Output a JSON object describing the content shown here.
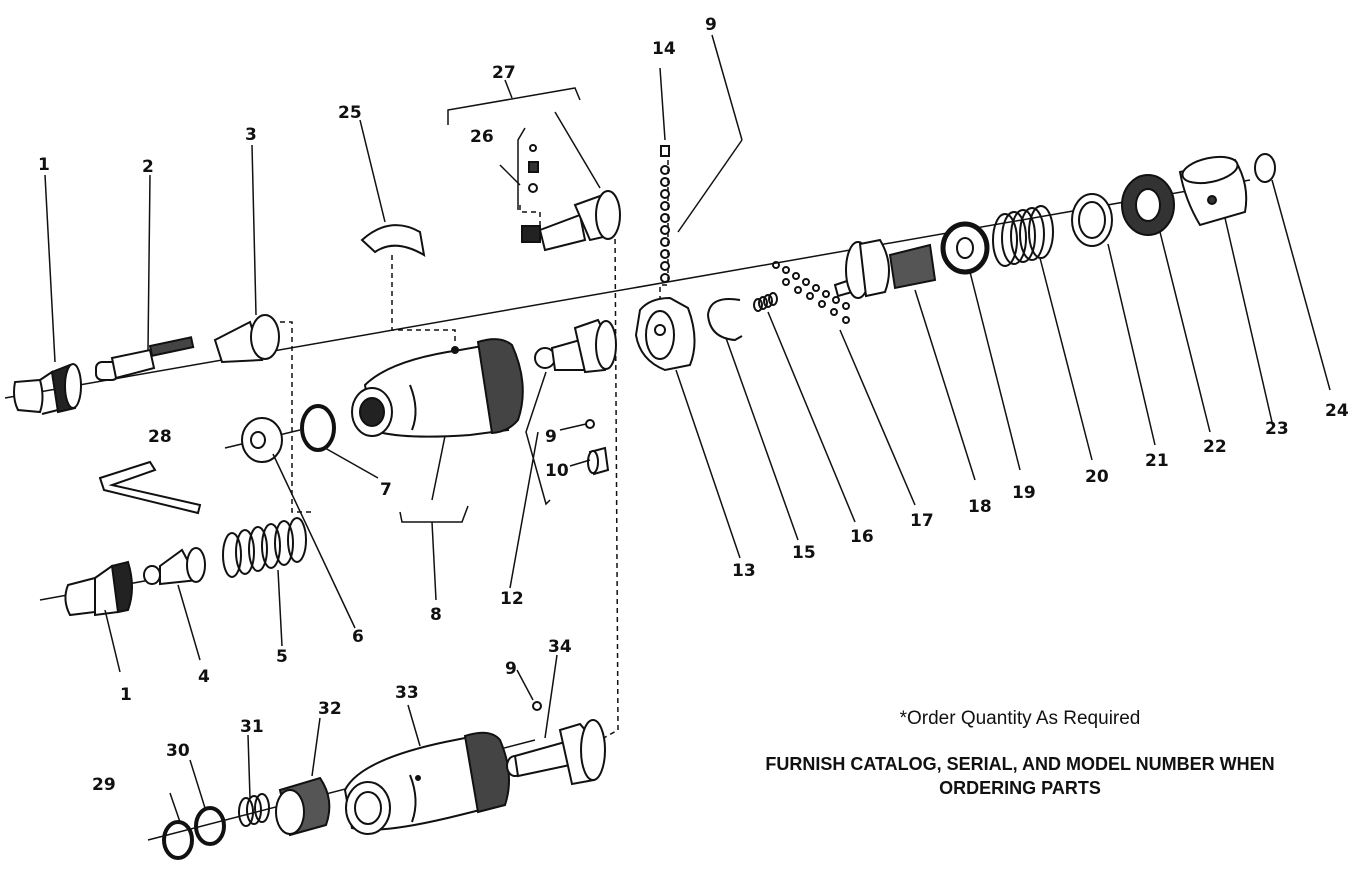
{
  "notes": {
    "order_quantity": "*Order Quantity As Required",
    "furnish_line1": "FURNISH CATALOG, SERIAL, AND MODEL NUMBER WHEN",
    "furnish_line2": "ORDERING PARTS"
  },
  "callouts": [
    {
      "id": "c1a",
      "label": "1"
    },
    {
      "id": "c2",
      "label": "2"
    },
    {
      "id": "c3",
      "label": "3"
    },
    {
      "id": "c1b",
      "label": "1"
    },
    {
      "id": "c4",
      "label": "4"
    },
    {
      "id": "c5",
      "label": "5"
    },
    {
      "id": "c6",
      "label": "6"
    },
    {
      "id": "c7",
      "label": "7"
    },
    {
      "id": "c8",
      "label": "8"
    },
    {
      "id": "c9a",
      "label": "9"
    },
    {
      "id": "c9b",
      "label": "9"
    },
    {
      "id": "c9c",
      "label": "9"
    },
    {
      "id": "c10",
      "label": "10"
    },
    {
      "id": "c12",
      "label": "12"
    },
    {
      "id": "c13",
      "label": "13"
    },
    {
      "id": "c14",
      "label": "14"
    },
    {
      "id": "c15",
      "label": "15"
    },
    {
      "id": "c16",
      "label": "16"
    },
    {
      "id": "c17",
      "label": "17"
    },
    {
      "id": "c18",
      "label": "18"
    },
    {
      "id": "c19",
      "label": "19"
    },
    {
      "id": "c20",
      "label": "20"
    },
    {
      "id": "c21",
      "label": "21"
    },
    {
      "id": "c22",
      "label": "22"
    },
    {
      "id": "c23",
      "label": "23"
    },
    {
      "id": "c24",
      "label": "24"
    },
    {
      "id": "c25",
      "label": "25"
    },
    {
      "id": "c26",
      "label": "26"
    },
    {
      "id": "c27",
      "label": "27"
    },
    {
      "id": "c28",
      "label": "28"
    },
    {
      "id": "c29",
      "label": "29"
    },
    {
      "id": "c30",
      "label": "30"
    },
    {
      "id": "c31",
      "label": "31"
    },
    {
      "id": "c32",
      "label": "32"
    },
    {
      "id": "c33",
      "label": "33"
    },
    {
      "id": "c34",
      "label": "34"
    }
  ]
}
